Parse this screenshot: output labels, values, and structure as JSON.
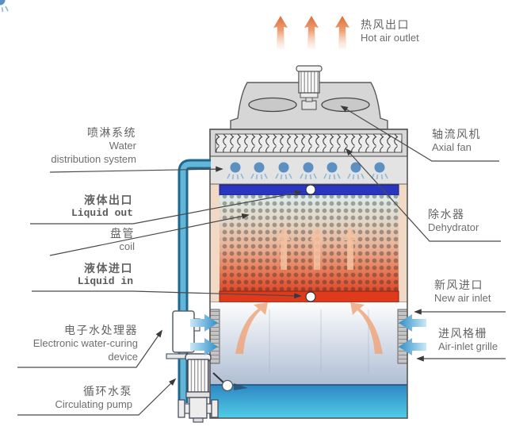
{
  "labels": {
    "hot_air_outlet": {
      "cn": "热风出口",
      "en": "Hot air outlet"
    },
    "water_distribution_system": {
      "cn": "喷淋系统",
      "en1": "Water",
      "en2": "distribution system"
    },
    "liquid_out": {
      "cn": "液体出口",
      "en": "Liquid out"
    },
    "coil": {
      "cn": "盘管",
      "en": "coil"
    },
    "liquid_in": {
      "cn": "液体进口",
      "en": "Liquid in"
    },
    "electronic_water_curing_device": {
      "cn": "电子水处理器",
      "en1": "Electronic water-curing",
      "en2": "device"
    },
    "circulating_pump": {
      "cn": "循环水泵",
      "en": "Circulating pump"
    },
    "axial_fan": {
      "cn": "轴流风机",
      "en": "Axial fan"
    },
    "dehydrator": {
      "cn": "除水器",
      "en": "Dehydrator"
    },
    "new_air_inlet": {
      "cn": "新风进口",
      "en": "New air inlet"
    },
    "air_inlet_grille": {
      "cn": "进风格栅",
      "en": "Air-inlet grille"
    }
  },
  "colors": {
    "hot_air_arrow": "#dd6a38",
    "air_inlet_arrow": "#2e8ec8",
    "liquid_out_header": "#2b36c0",
    "liquid_in_header": "#e03a1c",
    "pipe_outer": "#1e688e",
    "pipe_inner": "#64b6d8",
    "structure_gray": "#d8d8d8",
    "nozzle_blue": "#5c8fc2",
    "leader_line": "#4a4a4a"
  }
}
